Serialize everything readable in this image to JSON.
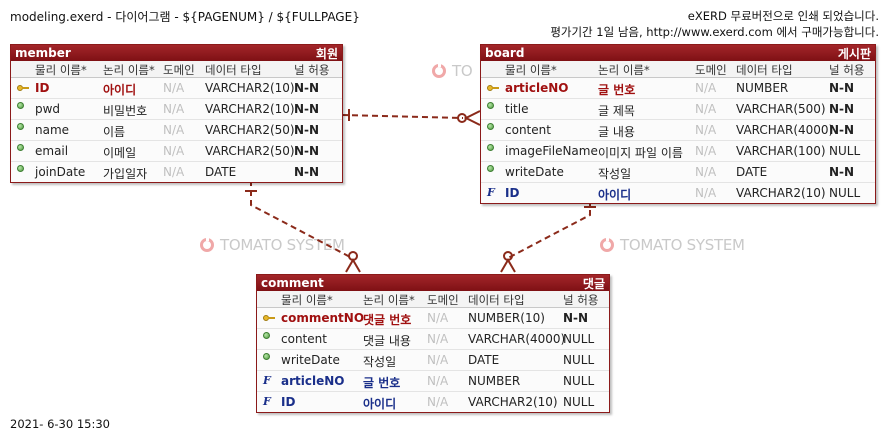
{
  "header": {
    "left": "modeling.exerd - 다이어그램 - ${PAGENUM} / ${FULLPAGE}",
    "right_line1": "eXERD 무료버전으로 인쇄 되었습니다.",
    "right_line2": "평가기간 1일 남음, http://www.exerd.com 에서 구매가능합니다."
  },
  "footer": {
    "date": "2021- 6-30 15:30"
  },
  "watermark": "TOMATO SYSTEM",
  "watermark_clipped": "TO",
  "column_headers": {
    "physical": "물리 이름*",
    "logical": "논리 이름*",
    "domain": "도메인",
    "datatype": "데이터 타입",
    "nullable": "널 허용"
  },
  "entities": {
    "member": {
      "name": "member",
      "label": "회원",
      "rows": [
        {
          "icon": "key-icon",
          "physical": "ID",
          "logical": "아이디",
          "domain": "N/A",
          "type": "VARCHAR2(10)",
          "null": "N-N",
          "kind": "pk"
        },
        {
          "icon": "attribute-icon",
          "physical": "pwd",
          "logical": "비밀번호",
          "domain": "N/A",
          "type": "VARCHAR2(10)",
          "null": "N-N",
          "kind": "nn"
        },
        {
          "icon": "attribute-icon",
          "physical": "name",
          "logical": "이름",
          "domain": "N/A",
          "type": "VARCHAR2(50)",
          "null": "N-N",
          "kind": "nn"
        },
        {
          "icon": "attribute-icon",
          "physical": "email",
          "logical": "이메일",
          "domain": "N/A",
          "type": "VARCHAR2(50)",
          "null": "N-N",
          "kind": "nn"
        },
        {
          "icon": "attribute-icon",
          "physical": "joinDate",
          "logical": "가입일자",
          "domain": "N/A",
          "type": "DATE",
          "null": "N-N",
          "kind": "nn"
        }
      ]
    },
    "board": {
      "name": "board",
      "label": "게시판",
      "rows": [
        {
          "icon": "key-icon",
          "physical": "articleNO",
          "logical": "글 번호",
          "domain": "N/A",
          "type": "NUMBER",
          "null": "N-N",
          "kind": "pk"
        },
        {
          "icon": "attribute-icon",
          "physical": "title",
          "logical": "글 제목",
          "domain": "N/A",
          "type": "VARCHAR(500)",
          "null": "N-N",
          "kind": "nn"
        },
        {
          "icon": "attribute-icon",
          "physical": "content",
          "logical": "글 내용",
          "domain": "N/A",
          "type": "VARCHAR(4000)",
          "null": "N-N",
          "kind": "nn"
        },
        {
          "icon": "attribute-icon",
          "physical": "imageFileName",
          "logical": "이미지 파일 이름",
          "domain": "N/A",
          "type": "VARCHAR(100)",
          "null": "NULL",
          "kind": "plain"
        },
        {
          "icon": "attribute-icon",
          "physical": "writeDate",
          "logical": "작성일",
          "domain": "N/A",
          "type": "DATE",
          "null": "N-N",
          "kind": "nn"
        },
        {
          "icon": "foreign-key-icon",
          "physical": "ID",
          "logical": "아이디",
          "domain": "N/A",
          "type": "VARCHAR2(10)",
          "null": "NULL",
          "kind": "fk"
        }
      ]
    },
    "comment": {
      "name": "comment",
      "label": "댓글",
      "rows": [
        {
          "icon": "key-icon",
          "physical": "commentNO",
          "logical": "댓글 번호",
          "domain": "N/A",
          "type": "NUMBER(10)",
          "null": "N-N",
          "kind": "pk"
        },
        {
          "icon": "attribute-icon",
          "physical": "content",
          "logical": "댓글 내용",
          "domain": "N/A",
          "type": "VARCHAR(4000)",
          "null": "NULL",
          "kind": "plain"
        },
        {
          "icon": "attribute-icon",
          "physical": "writeDate",
          "logical": "작성일",
          "domain": "N/A",
          "type": "DATE",
          "null": "NULL",
          "kind": "plain"
        },
        {
          "icon": "foreign-key-icon",
          "physical": "articleNO",
          "logical": "글 번호",
          "domain": "N/A",
          "type": "NUMBER",
          "null": "NULL",
          "kind": "fk"
        },
        {
          "icon": "foreign-key-icon",
          "physical": "ID",
          "logical": "아이디",
          "domain": "N/A",
          "type": "VARCHAR2(10)",
          "null": "NULL",
          "kind": "fk"
        }
      ]
    }
  },
  "colors": {
    "entity_header": "#8b1a1a",
    "relationship_line": "#8b2a1a",
    "primary_key_text": "#a01010",
    "foreign_key_text": "#1a2f8a",
    "watermark": "#c9c9c9"
  }
}
